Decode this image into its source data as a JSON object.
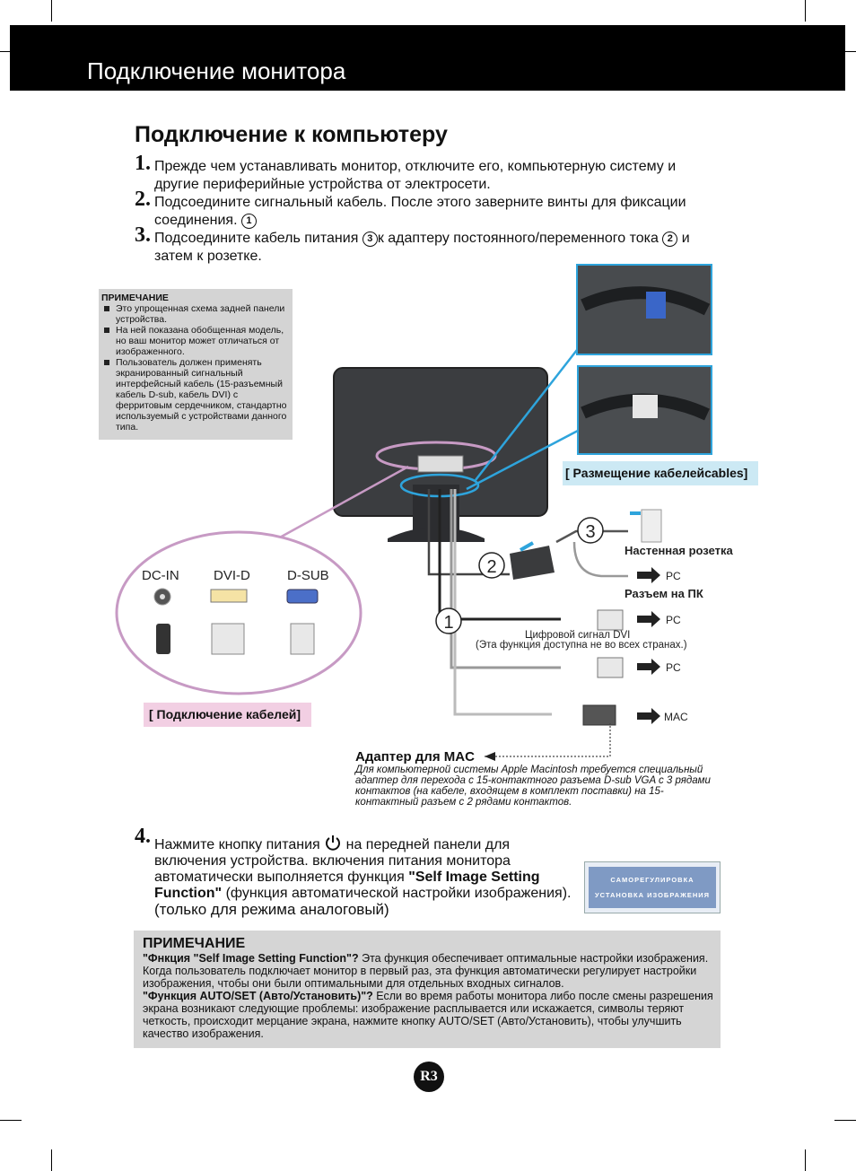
{
  "header": {
    "title": "Подключение монитора"
  },
  "section_title": "Подключение к компьютеру",
  "steps": [
    {
      "num": "1.",
      "text_a": "Прежде чем устанавливать монитор, отключите его, компьютерную систему и",
      "text_b": "другие периферийные устройства от электросети."
    },
    {
      "num": "2.",
      "text_a": "Подсоедините сигнальный кабель. После этого заверните винты для фиксации",
      "text_b": "соединения.",
      "marker": "1"
    },
    {
      "num": "3.",
      "text_a": "Подсоедините кабель питания",
      "marker_a": "3",
      "text_mid": "к адаптеру постоянного/переменного тока",
      "marker_b": "2",
      "text_end": "и",
      "text_b": "затем к розетке."
    }
  ],
  "note1": {
    "heading": "ПРИМЕЧАНИЕ",
    "items": [
      "Это упрощенная схема задней панели устройства.",
      "На ней показана обобщенная модель, но ваш монитор может отличаться от изображенного.",
      "Пользователь должен применять экранированный сигнальный интерфейсный кабель (15-разъемный кабель D-sub, кабель DVI) с ферритовым сердечником, стандартно используемый с устройствами данного типа."
    ]
  },
  "diagram": {
    "cable_placement_caption": "[ Размещение кабелейcables]",
    "cable_connection_caption": "[ Подключение кабелей]",
    "connectors": [
      "DC-IN",
      "DVI-D",
      "D-SUB"
    ],
    "wall_outlet": "Настенная розетка",
    "pc_port": "Разъем на ПК",
    "pc_label": "PC",
    "mac_label": "MAC",
    "dvi_signal": "Цифровой сигнал  DVI",
    "dvi_note": "(Эта функция доступна не во всех странах.)",
    "markers": [
      "1",
      "2",
      "3"
    ],
    "mac_adapter_title": "Адаптер для MAC",
    "mac_adapter_desc": "Для компьютерной системы Apple Macintosh требуется специальный адаптер для перехода с 15-контактного разъема D-sub VGA с 3 рядами контактов (на кабеле, входящем в комплект поставки) на 15-контактный разъем с 2 рядами контактов."
  },
  "step4": {
    "num": "4.",
    "text_a": "Нажмите кнопку питания",
    "text_b": "на передней панели для включения устройства. включения питания монитора автоматически выполняется функция",
    "bold_a": "\"Self Image Setting Function\"",
    "text_c": "(функция автоматической настройки изображения).",
    "text_d": "(только для режима аналоговый)"
  },
  "osd": {
    "line1": "САМОРЕГУЛИРОВКА",
    "line2": "УСТАНОВКА ИЗОБРАЖЕНИЯ"
  },
  "note2": {
    "heading": "ПРИМЕЧАНИЕ",
    "bold_1": "\"Фнкция \"Self Image Setting Function\"?",
    "text_1": "Эта функция обеспечивает оптимальные настройки изображения. Когда пользователь подключает монитор в первый раз, эта функция автоматически регулирует настройки изображения, чтобы они были оптимальными для отдельных входных сигналов.",
    "bold_2": "\"Функция AUTO/SET (Авто/Установить)\"?",
    "text_2": "Если во время работы монитора либо после смены разрешения экрана возникают следующие проблемы: изображение расплывается или искажается, символы теряют четкость, происходит мерцание экрана, нажмите кнопку AUTO/SET (Авто/Установить), чтобы улучшить качество изображения."
  },
  "page_number": "R3",
  "colors": {
    "header_bg": "#000000",
    "note_bg": "#d4d4d4",
    "cable_caption_bg": "#cce9f4",
    "conn_caption_bg": "#f2cfe3",
    "circle_stroke": "#c79ac4",
    "blue_lines": "#2ea4dc"
  }
}
